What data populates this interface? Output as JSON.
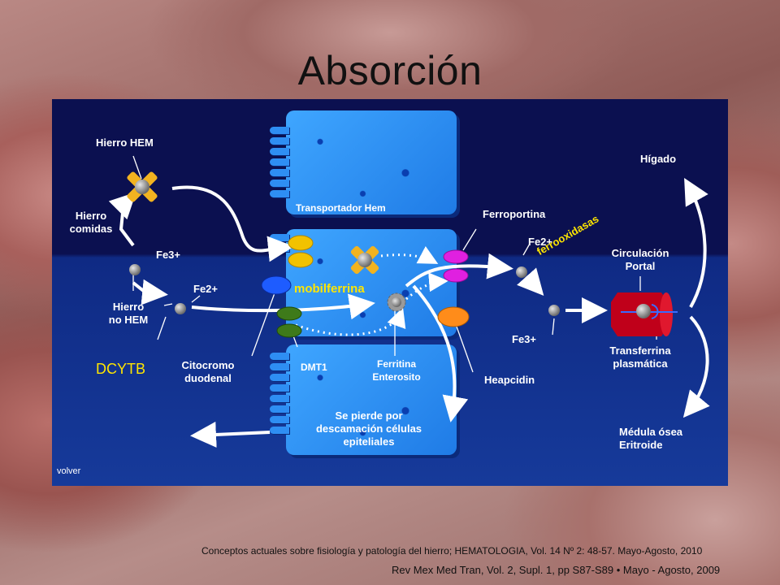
{
  "slide": {
    "title": "Absorción",
    "nav_link": "volver",
    "references": [
      "Conceptos actuales sobre fisiología y patología del hierro; HEMATOLOGIA, Vol. 14 Nº 2: 48-57. Mayo-Agosto, 2010",
      "Rev Mex Med Tran, Vol. 2, Supl. 1, pp S87-S89 • Mayo - Agosto, 2009"
    ]
  },
  "labels": {
    "hierro_hem": "Hierro HEM",
    "hierro_comidas": [
      "Hierro",
      "comidas"
    ],
    "fe3_left": "Fe3+",
    "fe2_left": "Fe2+",
    "hierro_no_hem": [
      "Hierro",
      "no HEM"
    ],
    "dcytb": "DCYTB",
    "citocromo": [
      "Citocromo",
      "duodenal"
    ],
    "transportador": "Transportador Hem",
    "mobilferrina": "mobilferrina",
    "dmt1": "DMT1",
    "ferritina": [
      "Ferritina",
      "Enterosito"
    ],
    "ferroportina": "Ferroportina",
    "heapcidin": "Heapcidin",
    "se_pierde": [
      "Se pierde por",
      "descamación células",
      "epiteliales"
    ],
    "fe2_right": "Fe2+",
    "fe3_right": "Fe3+",
    "ferrooxidasas": "ferrooxidasas",
    "higado": "Hígado",
    "circulacion": [
      "Circulación",
      "Portal"
    ],
    "transferrina": [
      "Transferrina",
      "plasmática"
    ],
    "medula": [
      "Médula ósea",
      "Eritroide"
    ]
  },
  "colors": {
    "lumen": "#0b1050",
    "interstitium": "#163a9a",
    "cell": "#2e8ef3",
    "iron_particle": "#8c8c8c",
    "hem_cross": "#f2b320",
    "transporter_yellow": "#f2c200",
    "mobilferrina_blue": "#1e5cff",
    "dmt1_green": "#3e7a1a",
    "ferroportina_magenta": "#e020e0",
    "heapcidin_orange": "#ff8c1a",
    "ferrooxidasas_yellow": "#ffe600",
    "dcytb_yellow": "#ffe600",
    "vessel_red": "#c0001a"
  }
}
